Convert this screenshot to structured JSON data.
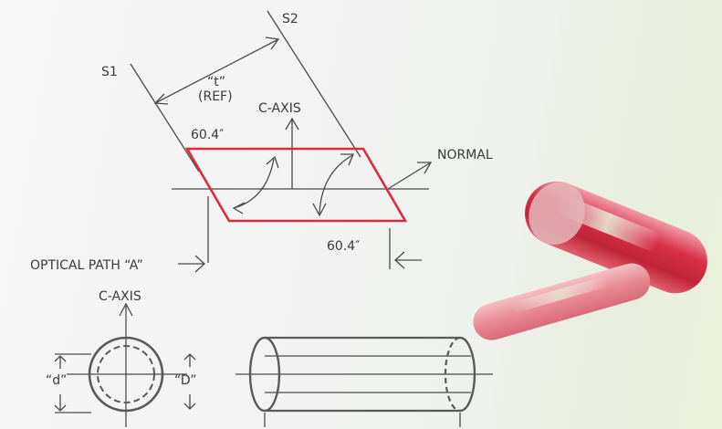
{
  "labels": {
    "s1": "S1",
    "s2": "S2",
    "t_ref_line1": "“t”",
    "t_ref_line2": "(REF)",
    "c_axis_top": "C-AXIS",
    "angle_top": "60.4″",
    "normal": "NORMAL",
    "angle_bottom": "60.4″",
    "optical_path": "OPTICAL PATH “A”",
    "c_axis_bottom": "C-AXIS",
    "inner_diameter": "“d”",
    "outer_diameter": "“D”"
  },
  "colors": {
    "crystal_outline": "#e02a3a",
    "line": "#4a4a4a",
    "crystal_red": "#d8324a",
    "crystal_pink": "#e68a92"
  },
  "icons": {
    "rod_large": "ruby-rod-photo",
    "rod_small": "ruby-rod-photo"
  }
}
